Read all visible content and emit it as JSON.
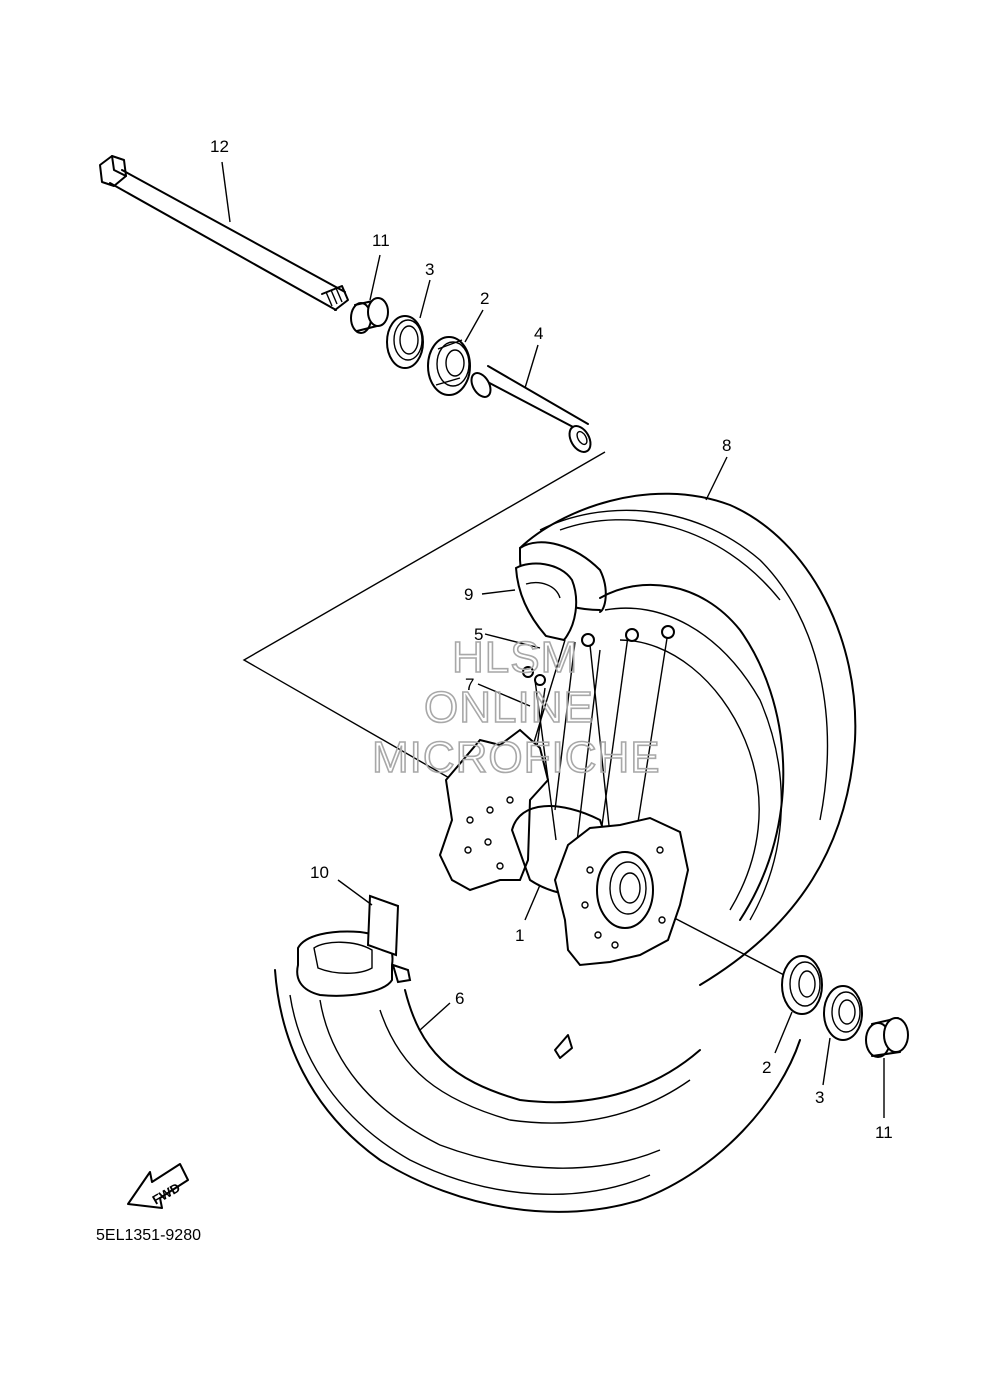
{
  "diagram": {
    "part_code": "5EL1351-9280",
    "fwd_label": "FWD",
    "callouts": [
      "12",
      "11",
      "3",
      "2",
      "4",
      "8",
      "9",
      "5",
      "7",
      "10",
      "1",
      "6",
      "2",
      "3",
      "11"
    ]
  },
  "watermark": {
    "line1": "HLSM",
    "line2": "ONLINE",
    "line3": "MICROFICHE"
  }
}
